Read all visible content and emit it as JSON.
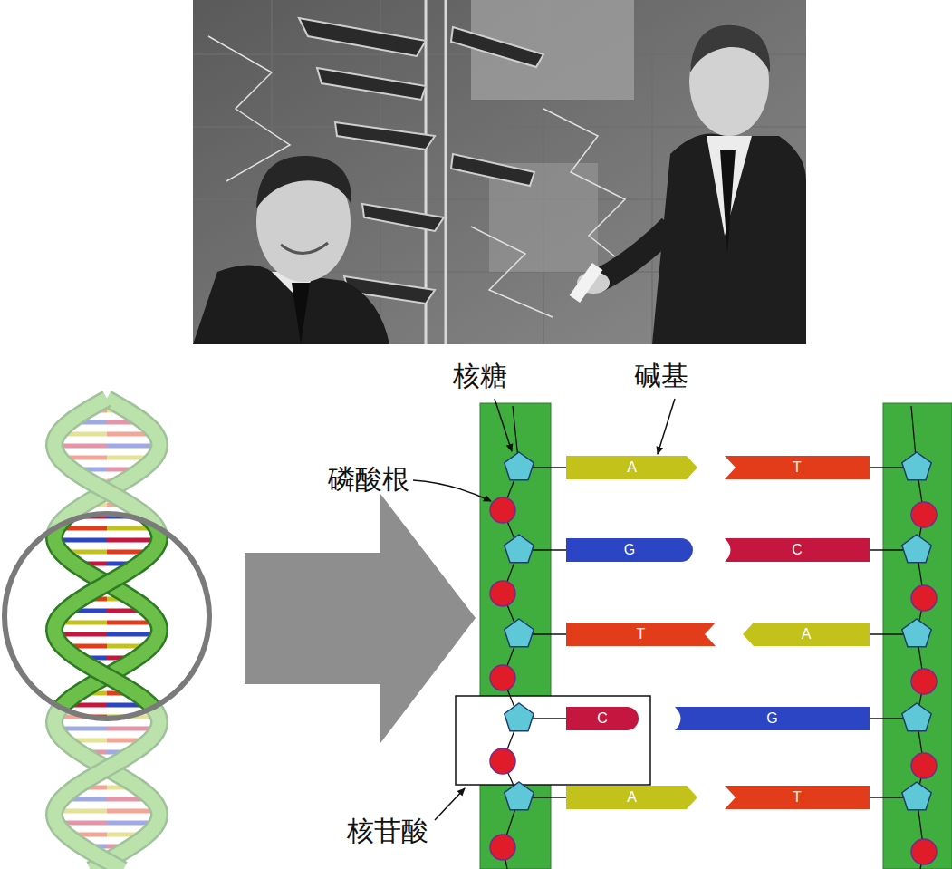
{
  "diagram": {
    "nodes": [
      {
        "text": [
          "A"
        ]
      },
      {
        "text": [
          "T"
        ]
      },
      {
        "text": [
          "G"
        ]
      },
      {
        "text": [
          "C"
        ]
      },
      {
        "text": [
          "T"
        ]
      },
      {
        "text": [
          "A"
        ]
      },
      {
        "text": [
          "C"
        ]
      },
      {
        "text": [
          "G"
        ]
      },
      {
        "text": [
          "A"
        ]
      },
      {
        "text": [
          "T"
        ]
      }
    ],
    "labels": [
      "核糖",
      "碱基",
      "磷酸根",
      "核苷酸"
    ]
  }
}
